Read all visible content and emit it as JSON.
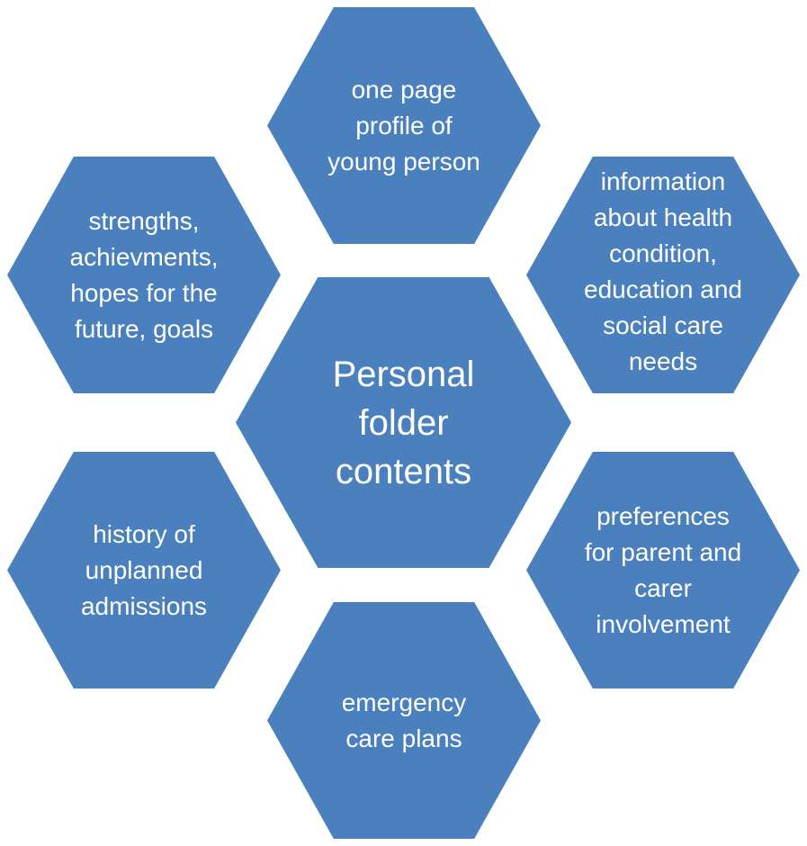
{
  "accent_color": "#4a80bd",
  "center": {
    "label": "Personal\nfolder\ncontents"
  },
  "items": [
    {
      "label": "one page\nprofile of\nyoung person"
    },
    {
      "label": "information\nabout health\ncondition,\neducation and\nsocial care\nneeds"
    },
    {
      "label": "preferences\nfor parent and\ncarer\ninvolvement"
    },
    {
      "label": "emergency\ncare plans"
    },
    {
      "label": "history of\nunplanned\nadmissions"
    },
    {
      "label": "strengths,\nachievments,\nhopes for the\nfuture, goals"
    }
  ]
}
